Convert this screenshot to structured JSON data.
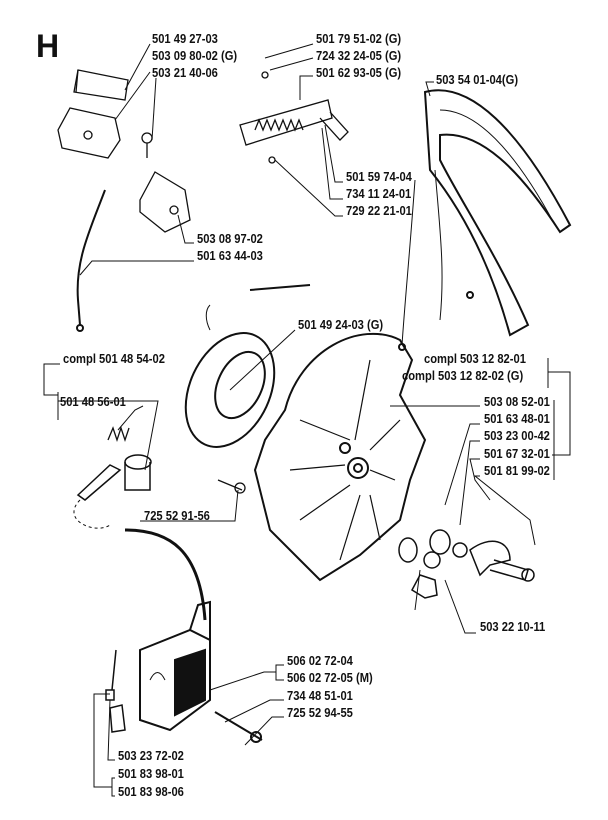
{
  "section_letter": "H",
  "labels": {
    "p1": "501 49 27-03",
    "p2": "503 09 80-02 (G)",
    "p3": "503 21 40-06",
    "p4": "501 79 51-02 (G)",
    "p5": "724 32 24-05 (G)",
    "p6": "501 62 93-05 (G)",
    "p7": "503 54 01-04(G)",
    "p8": "501 59 74-04",
    "p9": "734 11 24-01",
    "p10": "729 22 21-01",
    "p11": "503 08 97-02",
    "p12": "501 63 44-03",
    "p13": "501 49 24-03 (G)",
    "p14": "compl 501 48 54-02",
    "p15": "compl 503 12 82-01",
    "p16": "compl 503 12 82-02 (G)",
    "p17": "501 48 56-01",
    "p18": "503 08 52-01",
    "p19": "501 63 48-01",
    "p20": "503 23 00-42",
    "p21": "501 67 32-01",
    "p22": "501 81 99-02",
    "p23": "725 52 91-56",
    "p24": "503 22 10-11",
    "p25": "506 02 72-04",
    "p26": "506 02 72-05 (M)",
    "p27": "734 48 51-01",
    "p28": "725 52 94-55",
    "p29": "503 23 72-02",
    "p30": "501 83 98-01",
    "p31": "501 83 98-06"
  }
}
